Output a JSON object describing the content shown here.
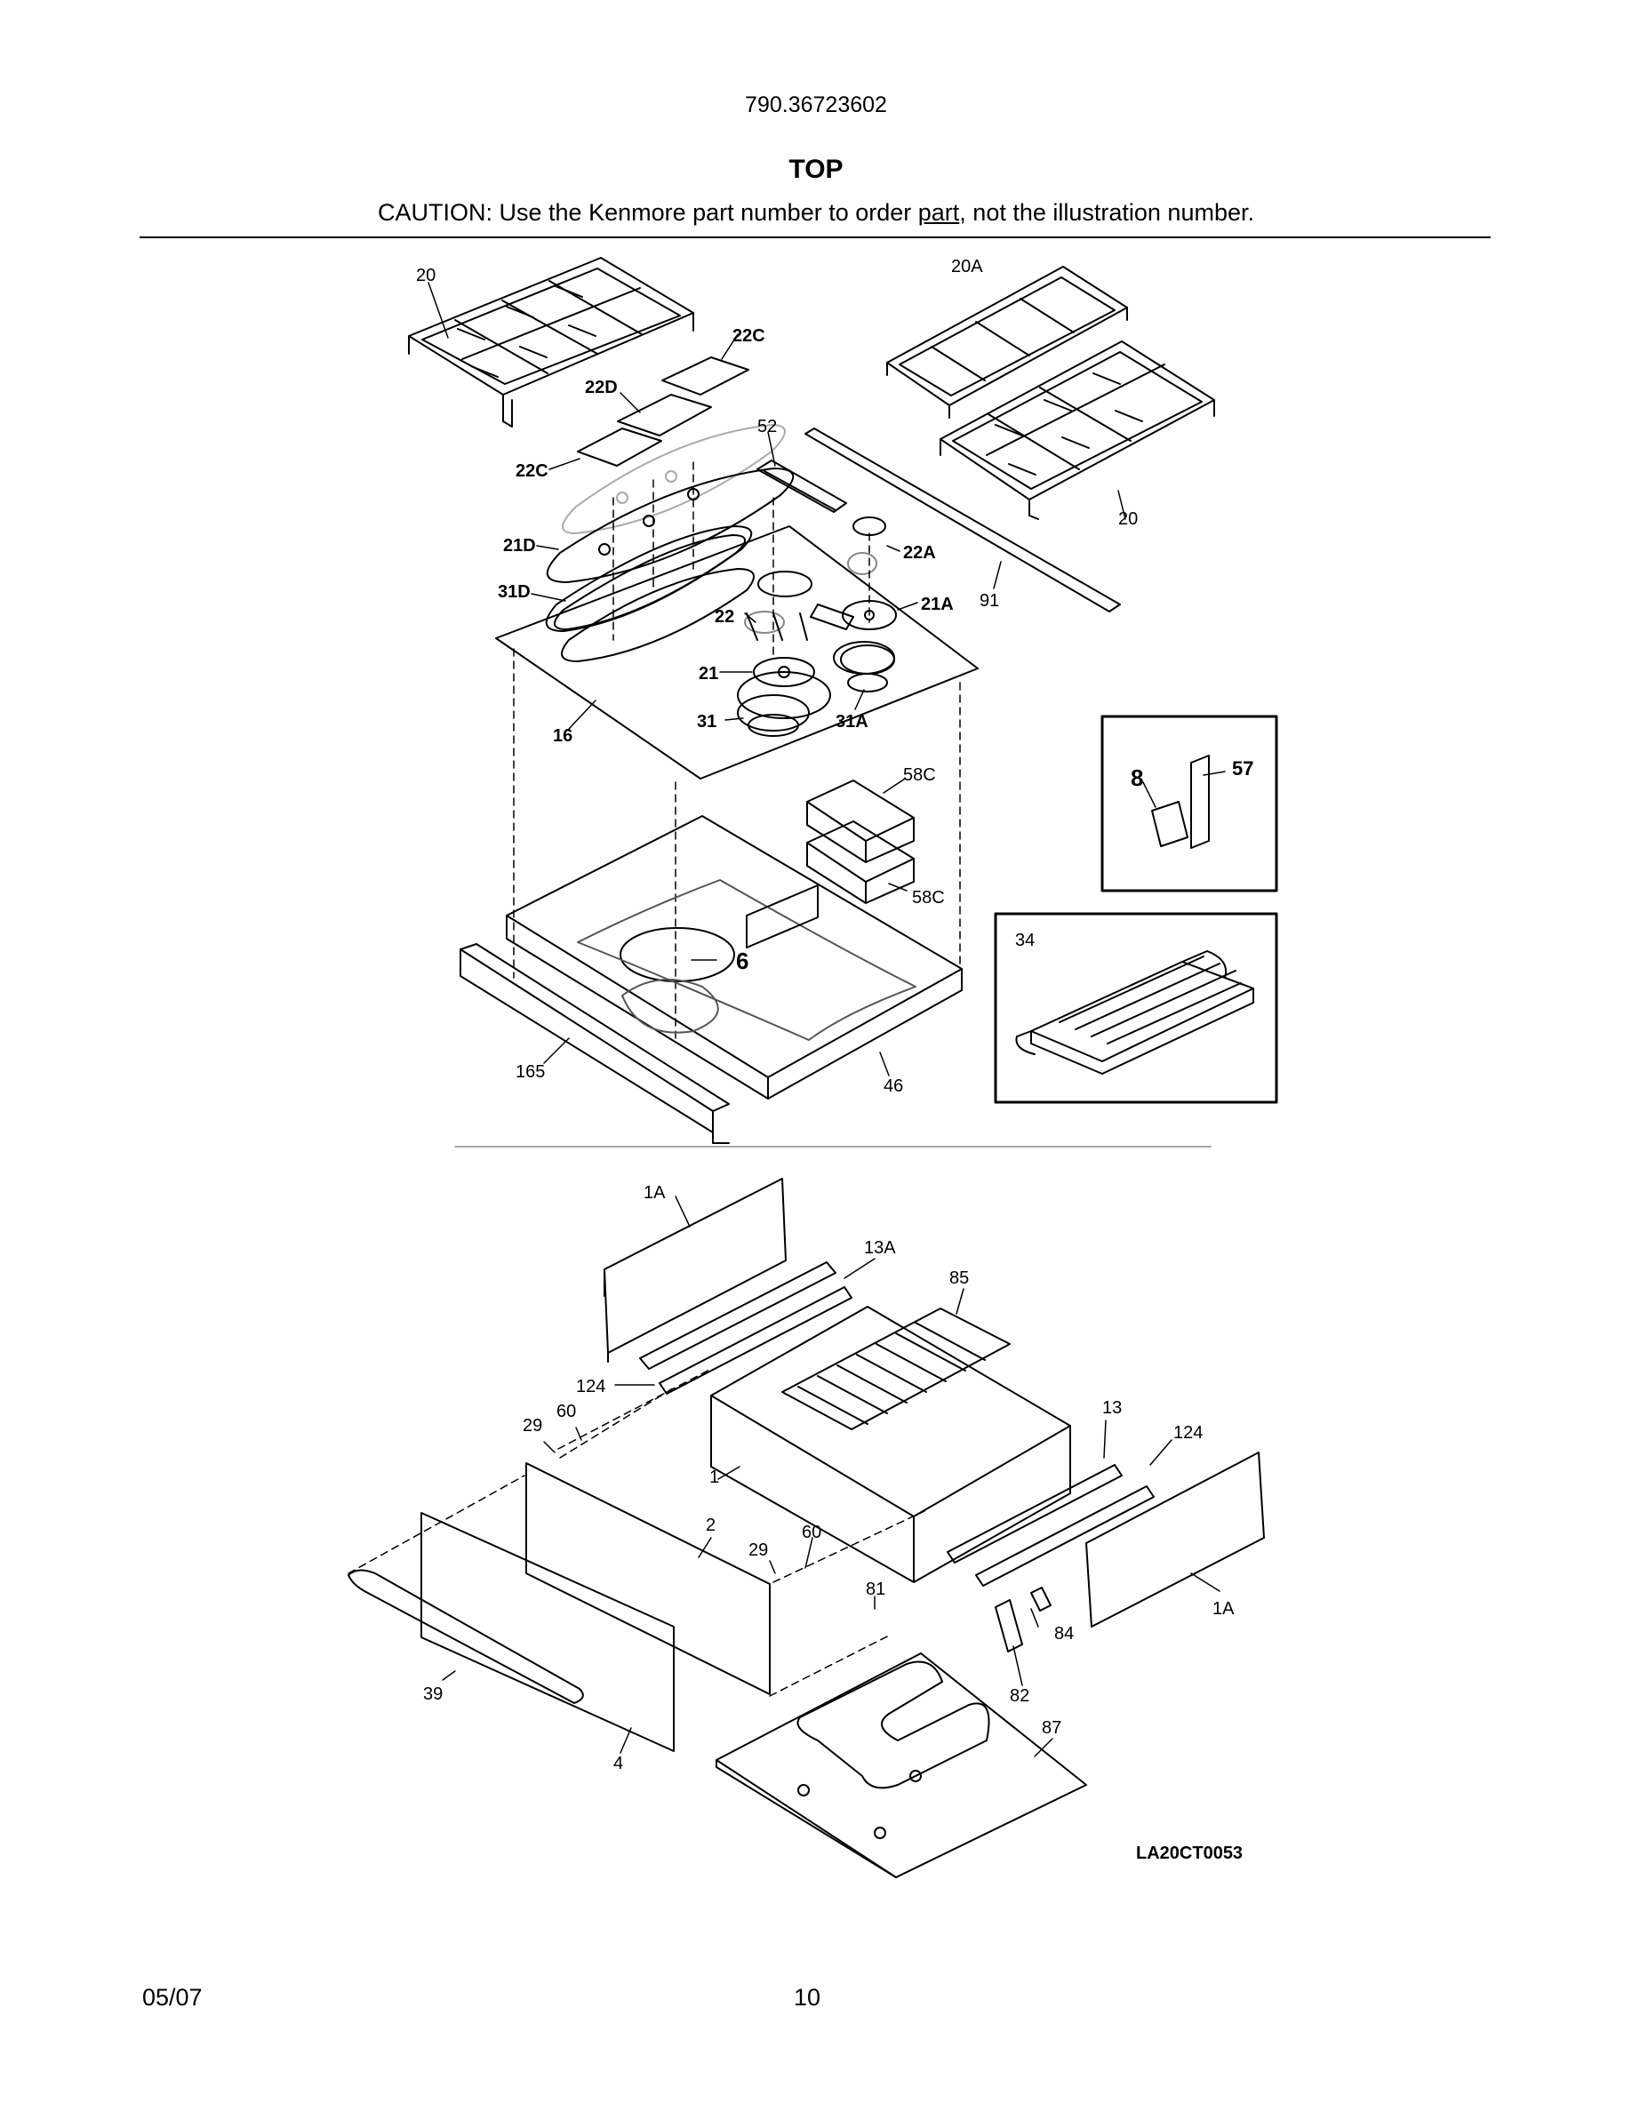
{
  "header": {
    "model": "790.36723602",
    "title": "TOP",
    "caution_pre": "CAUTION: Use the Kenmore part number to order ",
    "caution_underlined": "part",
    "caution_post": ", not the illustration number."
  },
  "callouts": {
    "c20a": "20",
    "c20b": "20",
    "c20A": "20A",
    "c22C_top": "22C",
    "c22D": "22D",
    "c22C_left": "22C",
    "c52": "52",
    "c21D": "21D",
    "c31D": "31D",
    "c22A": "22A",
    "c21A": "21A",
    "c91": "91",
    "c22": "22",
    "c21": "21",
    "c31": "31",
    "c31A": "31A",
    "c16": "16",
    "c58C_top": "58C",
    "c58C_bot": "58C",
    "c6": "6",
    "c165": "165",
    "c46": "46",
    "c8": "8",
    "c57": "57",
    "c34": "34",
    "c1A_top": "1A",
    "c13A": "13A",
    "c85": "85",
    "c124_left": "124",
    "c29_left": "29",
    "c60_left": "60",
    "c13": "13",
    "c124_right": "124",
    "c1": "1",
    "c2": "2",
    "c29_mid": "29",
    "c60_mid": "60",
    "c81": "81",
    "c84": "84",
    "c1A_right": "1A",
    "c39": "39",
    "c82": "82",
    "c87": "87",
    "c4": "4"
  },
  "footer": {
    "date": "05/07",
    "page": "10",
    "drawing_code": "LA20CT0053"
  }
}
